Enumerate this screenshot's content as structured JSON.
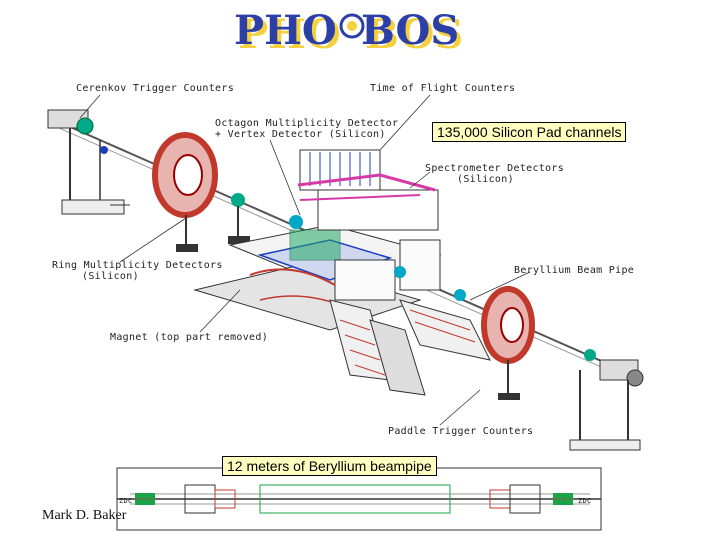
{
  "logo": {
    "text_left": "PHO",
    "text_right": "BOS",
    "fill_color": "#2b3fa6",
    "shadow_color": "#f4d03f"
  },
  "labels": {
    "cerenkov": "Cerenkov  Trigger  Counters",
    "tof": "Time  of  Flight  Counters",
    "octagon_1": "Octagon  Multiplicity  Detector",
    "octagon_2": "+ Vertex  Detector  (Silicon)",
    "spectrometer_1": "Spectrometer  Detectors",
    "spectrometer_2": "(Silicon)",
    "ring_1": "Ring  Multiplicity  Detectors",
    "ring_2": "(Silicon)",
    "beryllium": "Beryllium  Beam  Pipe",
    "magnet": "Magnet  (top  part  removed)",
    "paddle": "Paddle  Trigger  Counters"
  },
  "callouts": {
    "channels": "135,000 Silicon Pad channels",
    "beampipe": "12 meters of Beryllium beampipe"
  },
  "beamline_labels": {
    "left": "ZDC",
    "right": "ZDC"
  },
  "author": "Mark D. Baker",
  "colors": {
    "callout_bg": "#ffffc0",
    "ring_red": "#c0392b",
    "magenta": "#d63aa8",
    "cyan": "#00a8c8",
    "green": "#1aa34a",
    "blue": "#1d3fbf"
  }
}
